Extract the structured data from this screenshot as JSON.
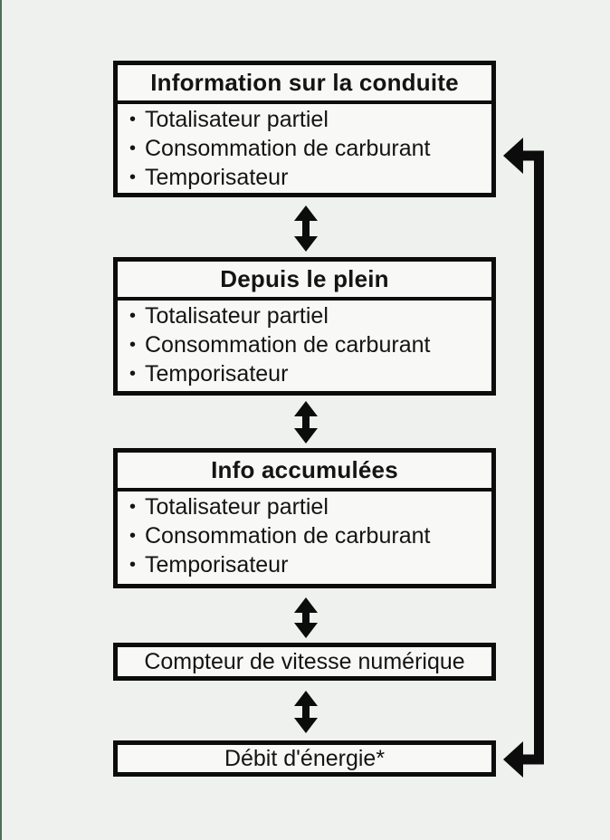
{
  "page": {
    "background_color": "#eff1ee",
    "line_color": "#0c0c0c",
    "edge_strip_color": "#4e6f58"
  },
  "diagram": {
    "bullet_glyph": "•",
    "menus": [
      {
        "title": "Information sur la conduite",
        "items": [
          "Totalisateur partiel",
          "Consommation de carburant",
          "Temporisateur"
        ]
      },
      {
        "title": "Depuis le plein",
        "items": [
          "Totalisateur partiel",
          "Consommation de carburant",
          "Temporisateur"
        ]
      },
      {
        "title": "Info accumulées",
        "items": [
          "Totalisateur partiel",
          "Consommation de carburant",
          "Temporisateur"
        ]
      },
      {
        "title": "Compteur de vitesse numérique",
        "items": []
      },
      {
        "title": "Débit d'énergie*",
        "items": []
      }
    ]
  }
}
